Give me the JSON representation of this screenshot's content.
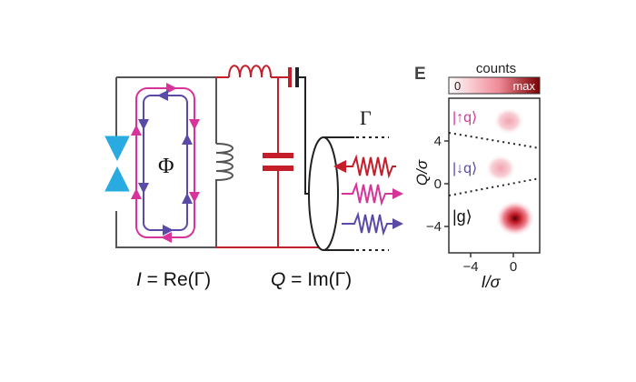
{
  "circuit": {
    "flux_symbol": "Φ",
    "gamma_symbol": "Γ",
    "i_label_var": "I",
    "i_label_rest": " = Re(Γ)",
    "q_label_var": "Q",
    "q_label_rest": " = Im(Γ)",
    "colors": {
      "wire": "#555555",
      "resonator": "#c41e2a",
      "junction": "#29abe2",
      "magenta": "#d6339b",
      "purple": "#5a4aa8"
    }
  },
  "panel_e": {
    "letter": "E",
    "colorbar_title": "counts",
    "colorbar_min": "0",
    "colorbar_max": "max",
    "state_up": "|↑q⟩",
    "state_down": "|↓q⟩",
    "state_ground": "|g⟩",
    "x_label": "I/σ",
    "y_label": "Q/σ",
    "y_ticks": [
      "4",
      "0",
      "−4"
    ],
    "x_ticks": [
      "−4",
      "0"
    ]
  }
}
